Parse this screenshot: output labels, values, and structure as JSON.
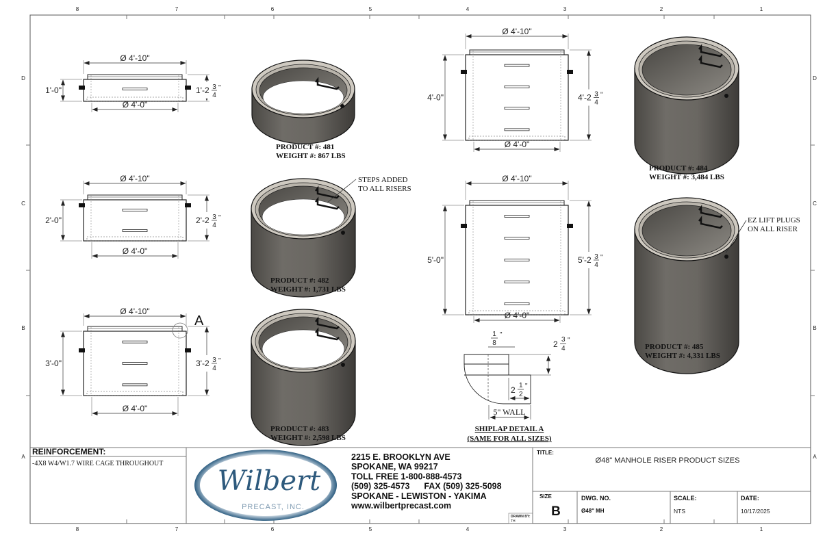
{
  "sheet": {
    "zone_columns": [
      "8",
      "7",
      "6",
      "5",
      "4",
      "3",
      "2",
      "1"
    ],
    "zone_rows": [
      "D",
      "C",
      "B",
      "A"
    ]
  },
  "elevations": [
    {
      "od": "Ø 4'-10\"",
      "id": "Ø 4'-0\"",
      "height": "1'-0\"",
      "overall": {
        "main": "1'-2",
        "num": "3",
        "den": "4",
        "unit": "\""
      }
    },
    {
      "od": "Ø 4'-10\"",
      "id": "Ø 4'-0\"",
      "height": "2'-0\"",
      "overall": {
        "main": "2'-2",
        "num": "3",
        "den": "4",
        "unit": "\""
      }
    },
    {
      "od": "Ø 4'-10\"",
      "id": "Ø 4'-0\"",
      "height": "3'-0\"",
      "overall": {
        "main": "3'-2",
        "num": "3",
        "den": "4",
        "unit": "\""
      }
    },
    {
      "od": "Ø 4'-10\"",
      "id": "Ø 4'-0\"",
      "height": "4'-0\"",
      "overall": {
        "main": "4'-2",
        "num": "3",
        "den": "4",
        "unit": "\""
      }
    },
    {
      "od": "Ø 4'-10\"",
      "id": "Ø 4'-0\"",
      "height": "5'-0\"",
      "overall": {
        "main": "5'-2",
        "num": "3",
        "den": "4",
        "unit": "\""
      }
    }
  ],
  "products": [
    {
      "product": "PRODUCT #: 481",
      "weight": "WEIGHT #: 867 LBS"
    },
    {
      "product": "PRODUCT #: 482",
      "weight": "WEIGHT #: 1,731 LBS"
    },
    {
      "product": "PRODUCT #: 483",
      "weight": "WEIGHT #: 2,598 LBS"
    },
    {
      "product": "PRODUCT #: 484",
      "weight": "WEIGHT #: 3,484 LBS"
    },
    {
      "product": "PRODUCT #: 485",
      "weight": "WEIGHT #: 4,331 LBS"
    }
  ],
  "callouts": {
    "steps": [
      "STEPS ADDED",
      "TO ALL RISERS"
    ],
    "lift": [
      "EZ LIFT PLUGS",
      "ON ALL RISER"
    ],
    "detail_marker": "A"
  },
  "shiplap": {
    "title": "SHIPLAP DETAIL A",
    "subtitle": "(SAME FOR ALL SIZES)",
    "gap": {
      "num": "1",
      "den": "8",
      "unit": "\""
    },
    "height": {
      "whole": "2",
      "num": "3",
      "den": "4",
      "unit": "\""
    },
    "lip": {
      "whole": "2",
      "num": "1",
      "den": "2",
      "unit": "\""
    },
    "wall": "5\" WALL"
  },
  "title_block": {
    "reinforcement_label": "REINFORCEMENT:",
    "reinforcement_value": "-4X8 W4/W1.7 WIRE CAGE THROUGHOUT",
    "logo": {
      "name": "Wilbert",
      "sub": "PRECAST, INC."
    },
    "address": [
      "2215 E. BROOKLYN AVE",
      "SPOKANE, WA 99217",
      "TOLL FREE 1-800-888-4573",
      "(509) 325-4573      FAX (509) 325-5098",
      "SPOKANE - LEWISTON - YAKIMA",
      "www.wilbertprecast.com"
    ],
    "drawn_by_label": "DRAWN BY:",
    "drawn_by": "TH",
    "title_label": "TITLE:",
    "title": "Ø48\" MANHOLE RISER PRODUCT SIZES",
    "size_label": "SIZE",
    "size": "B",
    "dwg_label": "DWG. NO.",
    "dwg": "Ø48\" MH",
    "scale_label": "SCALE:",
    "scale": "NTS",
    "date_label": "DATE:",
    "date": "10/17/2025"
  }
}
